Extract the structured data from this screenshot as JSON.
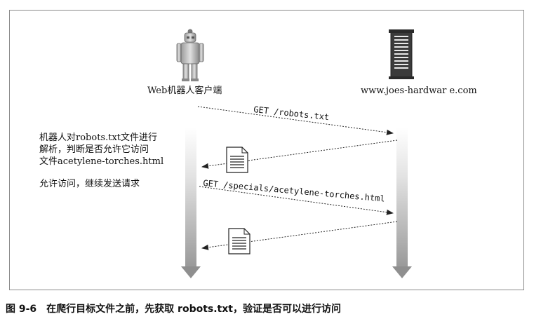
{
  "client": {
    "label": "Web机器人客户端"
  },
  "server": {
    "label": "www.joes-hardwar e.com"
  },
  "messages": {
    "request_robots": "GET /robots.txt",
    "request_page": "GET /specials/acetylene-torches.html"
  },
  "notes": [
    "机器人对robots.txt文件进行",
    "解析，判断是否允许它访问",
    "文件acetylene-torches.html",
    "允许访问，继续发送请求"
  ],
  "caption": {
    "number": "图 9-6",
    "text": "在爬行目标文件之前，先获取 robots.txt，验证是否可以进行访问"
  }
}
